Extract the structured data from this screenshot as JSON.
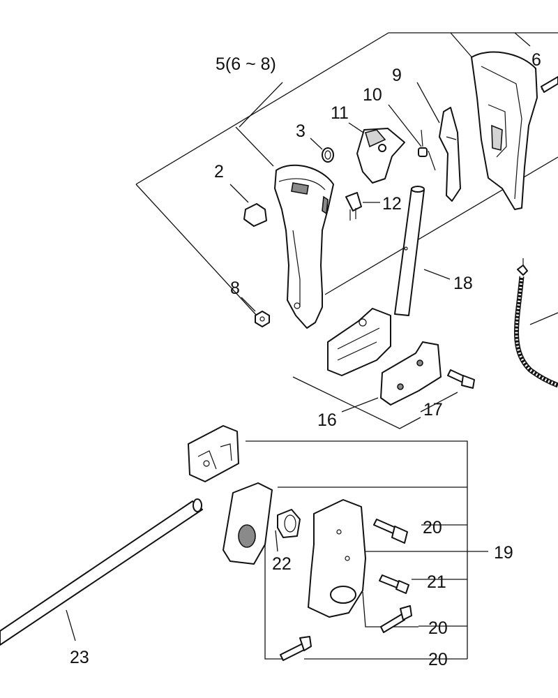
{
  "callouts": {
    "p5": "5(6 ~ 8)",
    "p6": "6",
    "p9": "9",
    "p10": "10",
    "p11": "11",
    "p3": "3",
    "p2": "2",
    "p12": "12",
    "p8": "8",
    "p18": "18",
    "p16": "16",
    "p17": "17",
    "p20a": "20",
    "p19": "19",
    "p22": "22",
    "p21": "21",
    "p20b": "20",
    "p20c": "20",
    "p23": "23"
  }
}
